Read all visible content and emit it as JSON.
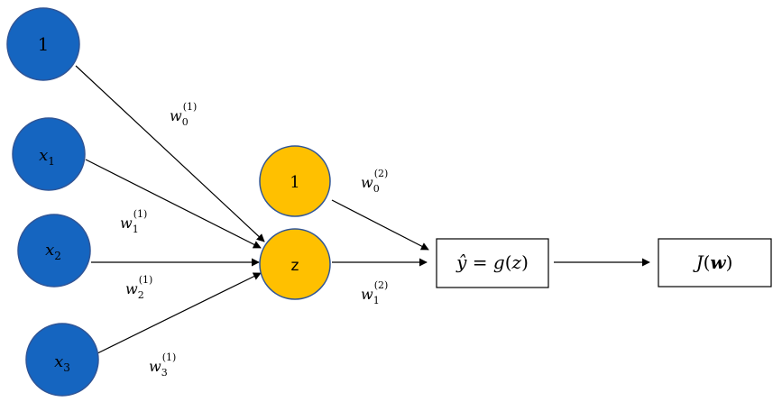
{
  "colors": {
    "input_node": "#1565C0",
    "input_stroke": "#2F5597",
    "hidden_node": "#FFC000",
    "hidden_stroke": "#2F5597",
    "edge": "#000000",
    "box_stroke": "#000000"
  },
  "nodes": {
    "bias_input": "1",
    "x1": {
      "base": "x",
      "sub": "1"
    },
    "x2": {
      "base": "x",
      "sub": "2"
    },
    "x3": {
      "base": "x",
      "sub": "3"
    },
    "bias_hidden": "1",
    "z": "z"
  },
  "weights": {
    "w0_1": {
      "base": "w",
      "sub": "0",
      "sup": "(1)"
    },
    "w1_1": {
      "base": "w",
      "sub": "1",
      "sup": "(1)"
    },
    "w2_1": {
      "base": "w",
      "sub": "2",
      "sup": "(1)"
    },
    "w3_1": {
      "base": "w",
      "sub": "3",
      "sup": "(1)"
    },
    "w0_2": {
      "base": "w",
      "sub": "0",
      "sup": "(2)"
    },
    "w1_2": {
      "base": "w",
      "sub": "1",
      "sup": "(2)"
    }
  },
  "boxes": {
    "output": {
      "yhat": "ŷ",
      "eq": " = ",
      "g": "g",
      "open": "(",
      "z": "z",
      "close": ")"
    },
    "loss": {
      "J": "J",
      "open": "(",
      "w": "w",
      "close": ")"
    }
  }
}
